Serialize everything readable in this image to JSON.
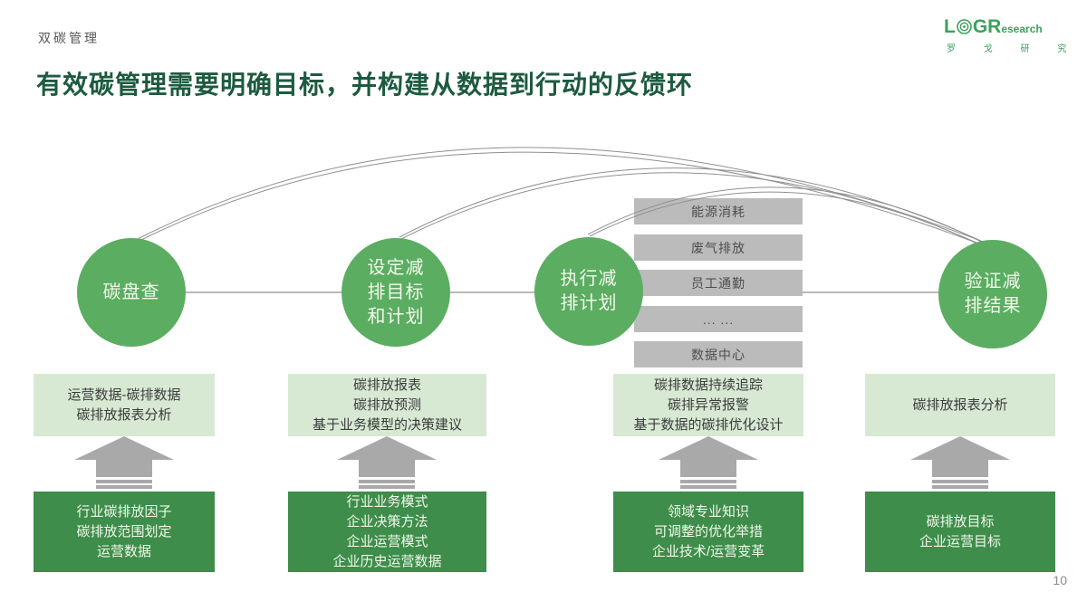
{
  "header": {
    "eyebrow": "双碳管理",
    "title": "有效碳管理需要明确目标，并构建从数据到行动的反馈环"
  },
  "logo": {
    "l": "L",
    "gr": "GR",
    "esearch": "esearch",
    "chinese": "罗 戈 研 究",
    "target_icon": "concentric-circles-o"
  },
  "flow": {
    "steps": [
      {
        "label": [
          "碳盘查"
        ]
      },
      {
        "label": [
          "设定减",
          "排目标",
          "和计划"
        ]
      },
      {
        "label": [
          "执行减",
          "排计划"
        ]
      },
      {
        "label": [
          "验证减",
          "排结果"
        ]
      }
    ],
    "emission_sources": [
      "能源消耗",
      "废气排放",
      "员工通勤",
      "... ...",
      "数据中心"
    ]
  },
  "columns": [
    {
      "outputs": [
        "运营数据-碳排数据",
        "碳排放报表分析"
      ],
      "inputs": [
        "行业碳排放因子",
        "碳排放范围划定",
        "运营数据"
      ]
    },
    {
      "outputs": [
        "碳排放报表",
        "碳排放预测",
        "基于业务模型的决策建议"
      ],
      "inputs": [
        "行业业务模式",
        "企业决策方法",
        "企业运营模式",
        "企业历史运营数据"
      ]
    },
    {
      "outputs": [
        "碳排数据持续追踪",
        "碳排异常报警",
        "基于数据的碳排优化设计"
      ],
      "inputs": [
        "领域专业知识",
        "可调整的优化举措",
        "企业技术/运营变革"
      ]
    },
    {
      "outputs": [
        "碳排放报表分析"
      ],
      "inputs": [
        "碳排放目标",
        "企业运营目标"
      ]
    }
  ],
  "page_number": "10",
  "colors": {
    "circle_green": "#5bad61",
    "dark_green_box": "#3e8d4a",
    "light_green_box": "#d7e9d3",
    "title_green": "#1d5a40",
    "logo_green": "#3ba15c",
    "gray_box": "#bbbbbb",
    "arrow_gray": "#a9a9a9",
    "connector_gray": "#8f8f8f"
  }
}
